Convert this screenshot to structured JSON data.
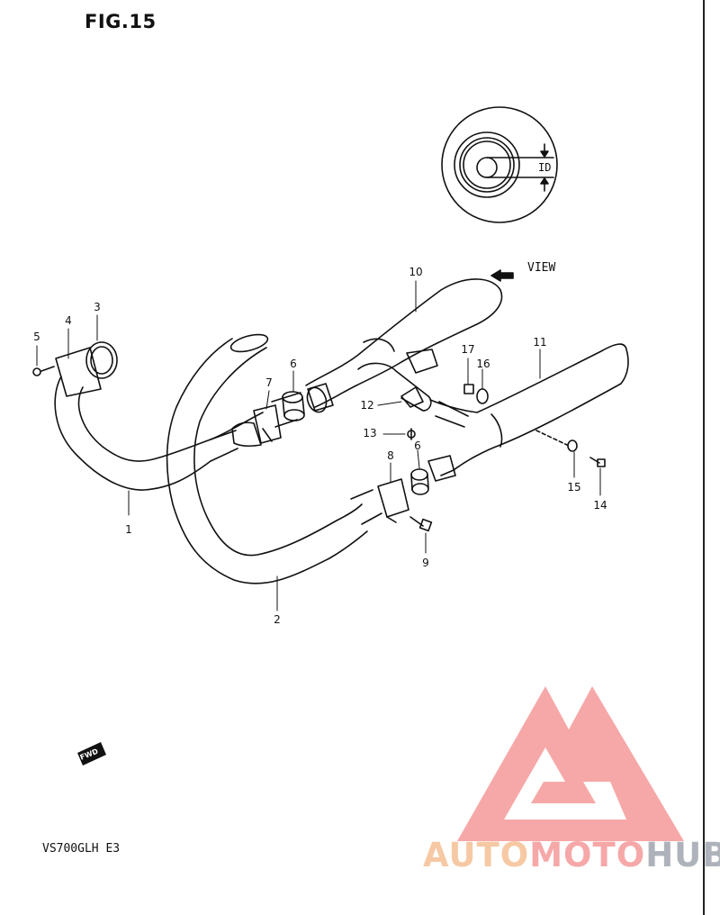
{
  "figure_title": "FIG.15",
  "model_code": "VS700GLH E3",
  "view_label": "VIEW",
  "id_label": "ID",
  "fwd_label": "FWD",
  "watermark": {
    "part1": "AUTO",
    "part2": "MOTO",
    "part3": "HUB",
    "colors": {
      "part1": "#f6c9a4",
      "part2": "#f6a8a8",
      "part3": "#aeb3bb",
      "logo": "#f5a3a3"
    }
  },
  "callouts": {
    "c1": "1",
    "c2": "2",
    "c3": "3",
    "c4": "4",
    "c5": "5",
    "c6a": "6",
    "c6b": "6",
    "c7": "7",
    "c8": "8",
    "c9": "9",
    "c10": "10",
    "c11": "11",
    "c12": "12",
    "c13": "13",
    "c14": "14",
    "c15": "15",
    "c16": "16",
    "c17": "17"
  }
}
